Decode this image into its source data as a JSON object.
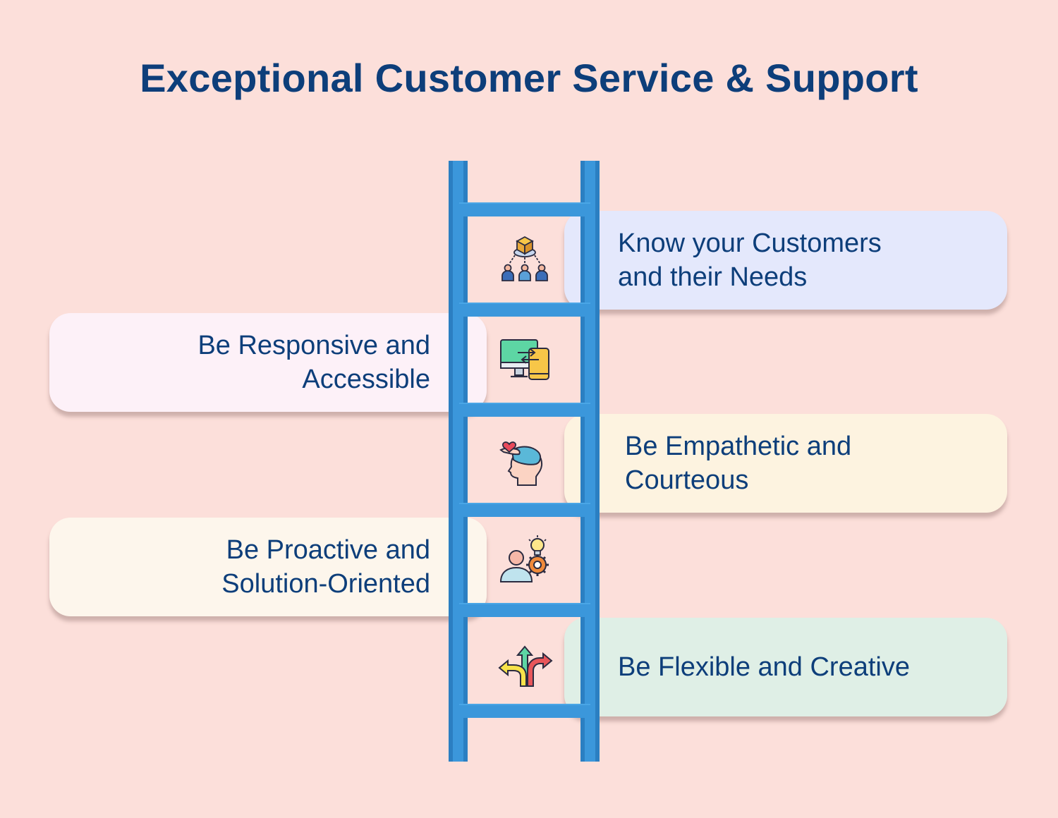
{
  "title": "Exceptional Customer Service & Support",
  "steps": [
    {
      "label": "Know your Customers\nand their Needs",
      "side": "right",
      "icon": "customers-network-icon",
      "color": "#e4e8fc"
    },
    {
      "label": "Be Responsive and\nAccessible",
      "side": "left",
      "icon": "devices-sync-icon",
      "color": "#fdf1f8"
    },
    {
      "label": "Be Empathetic and\nCourteous",
      "side": "right",
      "icon": "empathy-head-heart-icon",
      "color": "#fdf3e0"
    },
    {
      "label": "Be Proactive and\nSolution-Oriented",
      "side": "left",
      "icon": "idea-gear-person-icon",
      "color": "#fdf6ec"
    },
    {
      "label": "Be Flexible and Creative",
      "side": "right",
      "icon": "multi-direction-arrows-icon",
      "color": "#dfefe6"
    }
  ],
  "colors": {
    "background": "#fcdfda",
    "title": "#0d3e7a",
    "ladder": "#3b97db"
  }
}
